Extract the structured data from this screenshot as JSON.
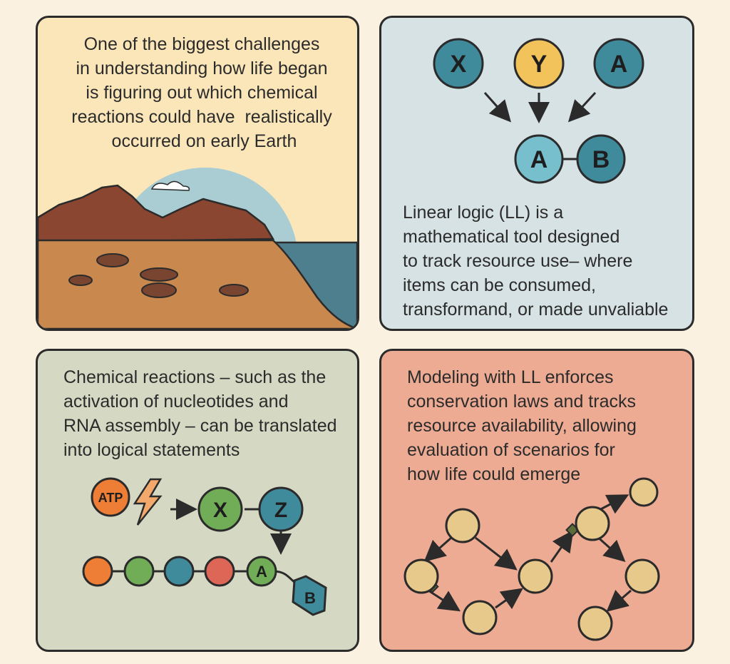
{
  "panels": {
    "origin": {
      "text": "One of the biggest challenges\nin understanding how life began\nis figuring out which chemical\nreactions could have  realistically\n occurred on early Earth"
    },
    "linear_logic": {
      "text": "Linear logic (LL) is a\nmathematical tool designed\nto track resource use– where\nitems can be consumed,\ntransformand, or made unvaliable",
      "nodes": {
        "x": "X",
        "y": "Y",
        "a_top": "A",
        "a_bottom": "A",
        "b": "B"
      }
    },
    "reactions": {
      "text": "Chemical reactions – such as the\nactivation of nucleotides and\nRNA assembly – can be translated\ninto logical statements",
      "nodes": {
        "atp": "ATP",
        "x": "X",
        "z": "Z",
        "a": "A",
        "b": "B"
      }
    },
    "modeling": {
      "text": "Modeling with LL enforces\nconservation laws and tracks\nresource availability, allowing\nevaluation of scenarios for\nhow life could emerge"
    }
  },
  "colors": {
    "teal": "#3f8b9b",
    "light_teal": "#77bfcd",
    "yellow": "#f2c25b",
    "orange": "#ee7d35",
    "green": "#71ac57",
    "red": "#de6656",
    "tan": "#e8c98c",
    "outline": "#2b2b2b"
  }
}
